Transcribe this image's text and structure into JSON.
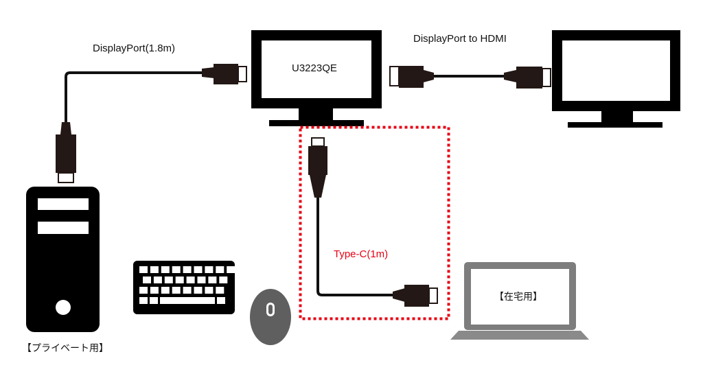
{
  "labels": {
    "dp_cable": "DisplayPort(1.8m)",
    "main_monitor": "U3223QE",
    "dp_to_hdmi": "DisplayPort to HDMI",
    "type_c_cable": "Type-C(1m)",
    "laptop": "【在宅用】",
    "desktop": "【プライベート用】"
  },
  "colors": {
    "device": "#000000",
    "plug_body": "#231815",
    "cable": "#111111",
    "highlight_border": "#e60012",
    "highlight_text": "#e60012",
    "laptop_body": "#8a8a8a",
    "laptop_screen_bezel": "#7d7d7d",
    "mouse_body": "#5f5f5f"
  },
  "icons": [
    "desktop-tower-icon",
    "keyboard-icon",
    "mouse-icon",
    "monitor-icon",
    "laptop-icon",
    "displayport-plug-icon",
    "usb-c-plug-icon"
  ]
}
